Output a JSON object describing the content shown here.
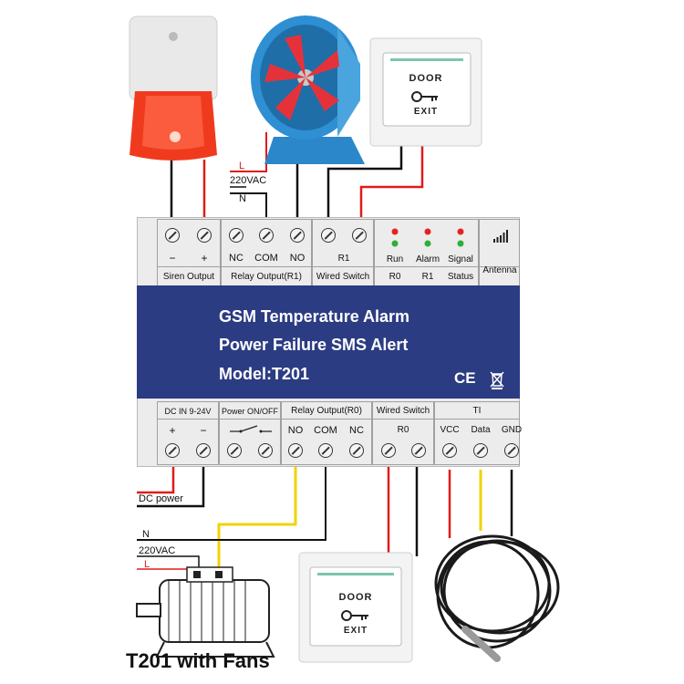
{
  "module": {
    "title_line1": "GSM Temperature Alarm",
    "title_line2": "Power Failure SMS Alert",
    "title_line3": "Model:T201",
    "ce_mark": "CE"
  },
  "top_terminals": {
    "siren": {
      "minus": "−",
      "plus": "+",
      "label": "Siren Output"
    },
    "relay_r1": {
      "nc": "NC",
      "com": "COM",
      "no": "NO",
      "label": "Relay Output(R1)"
    },
    "wired_switch_r1": {
      "r1": "R1",
      "label": "Wired Switch"
    },
    "indicators": {
      "run": "Run",
      "alarm": "Alarm",
      "signal": "Signal",
      "r0": "R0",
      "r1": "R1",
      "status": "Status"
    },
    "antenna": {
      "label": "Antenna"
    }
  },
  "bottom_terminals": {
    "dc_in": {
      "label": "DC IN 9-24V",
      "plus": "+",
      "minus": "−"
    },
    "power": {
      "label": "Power ON/OFF"
    },
    "relay_r0": {
      "label": "Relay Output(R0)",
      "no": "NO",
      "com": "COM",
      "nc": "NC"
    },
    "wired_switch_r0": {
      "label": "Wired Switch",
      "r0": "R0"
    },
    "ti": {
      "label": "TI",
      "vcc": "VCC",
      "data": "Data",
      "gnd": "GND"
    }
  },
  "wiring": {
    "top_l": "L",
    "top_220": "220VAC",
    "top_n": "N",
    "dc_power": "DC power",
    "bottom_n": "N",
    "bottom_220": "220VAC",
    "bottom_l": "L"
  },
  "door_button_top": {
    "line1": "DOOR",
    "line2": "EXIT"
  },
  "door_button_bottom": {
    "line1": "DOOR",
    "line2": "EXIT"
  },
  "caption": "T201 with Fans",
  "colors": {
    "band": "#2c3c82",
    "wire_red": "#e01b1b",
    "wire_black": "#111111",
    "wire_yellow": "#f2d300",
    "led_red": "#e52222",
    "led_green": "#2fae3a"
  }
}
